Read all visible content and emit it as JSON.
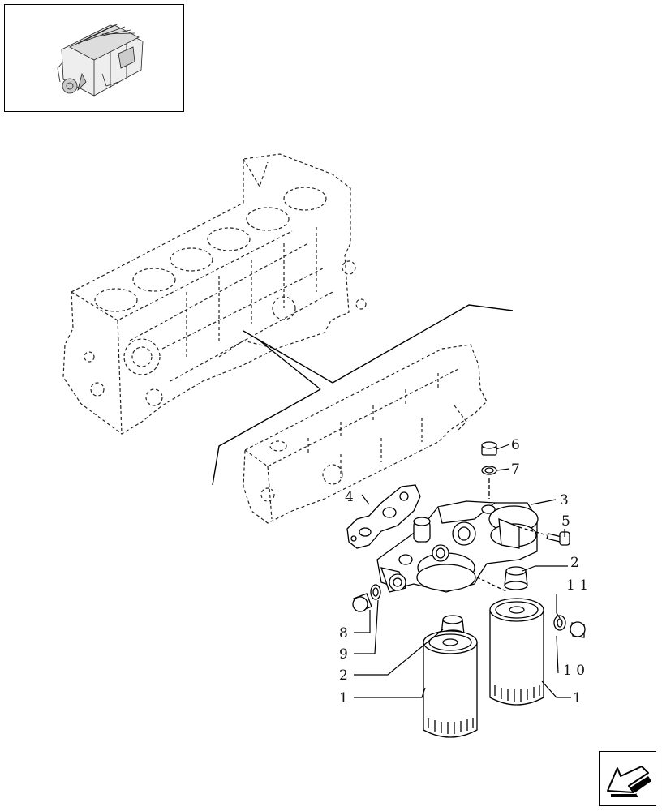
{
  "callouts": [
    {
      "id": "c6",
      "text": "6"
    },
    {
      "id": "c7",
      "text": "7"
    },
    {
      "id": "c3",
      "text": "3"
    },
    {
      "id": "c4",
      "text": "4"
    },
    {
      "id": "c5",
      "text": "5"
    },
    {
      "id": "c2a",
      "text": "2"
    },
    {
      "id": "c11",
      "text": "1 1"
    },
    {
      "id": "c8",
      "text": "8"
    },
    {
      "id": "c9",
      "text": "9"
    },
    {
      "id": "c10",
      "text": "1 0"
    },
    {
      "id": "c2b",
      "text": "2"
    },
    {
      "id": "c1a",
      "text": "1"
    },
    {
      "id": "c1b",
      "text": "1"
    }
  ],
  "icons": {
    "thumbnail": "engine-thumbnail-icon",
    "nav": "next-page-arrow-icon"
  }
}
